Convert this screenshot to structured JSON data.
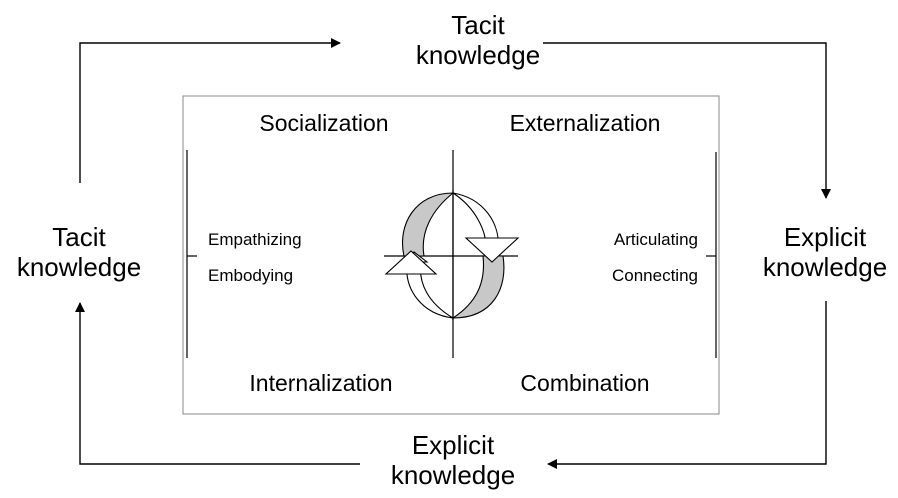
{
  "outer": {
    "top": [
      "Tacit",
      "knowledge"
    ],
    "right": [
      "Explicit",
      "knowledge"
    ],
    "bottom": [
      "Explicit",
      "knowledge"
    ],
    "left": [
      "Tacit",
      "knowledge"
    ]
  },
  "quadrants": {
    "top_left": "Socialization",
    "top_right": "Externalization",
    "bottom_left": "Internalization",
    "bottom_right": "Combination"
  },
  "activities": {
    "left": [
      "Empathizing",
      "Embodying"
    ],
    "right": [
      "Articulating",
      "Connecting"
    ]
  },
  "colors": {
    "line": "#000000",
    "spiral_fill": "#c8c8c8",
    "background": "#ffffff"
  }
}
